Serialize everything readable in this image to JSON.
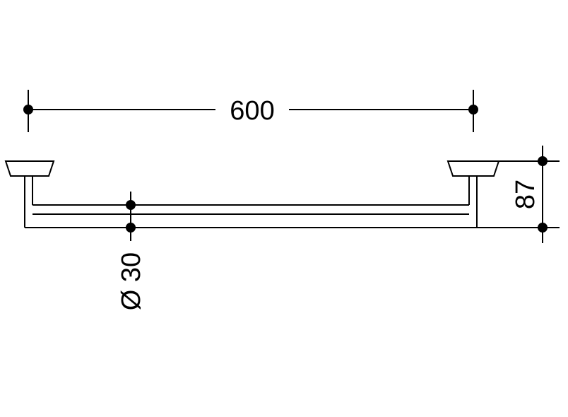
{
  "drawing": {
    "type": "technical-dimension-drawing",
    "subject": "towel-bar",
    "dimensions": {
      "width": "600",
      "height": "87",
      "diameter": "Ø 30"
    },
    "colors": {
      "line": "#000000",
      "background": "#ffffff"
    }
  }
}
